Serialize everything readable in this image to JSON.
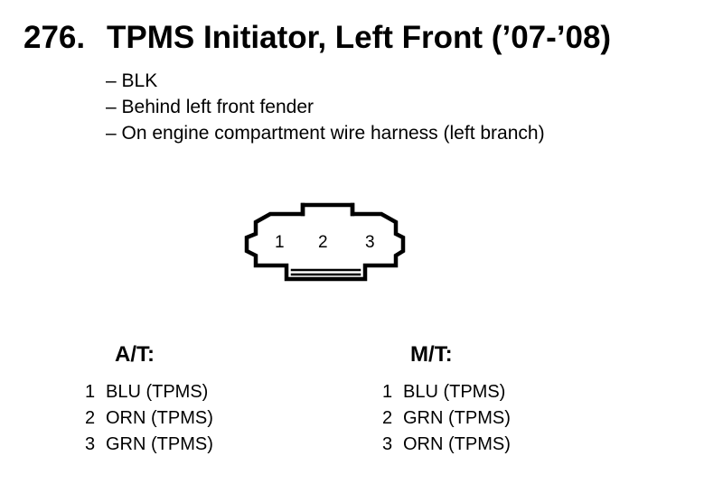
{
  "title": {
    "number": "276.",
    "text": "TPMS Initiator, Left Front (’07-’08)"
  },
  "notes": [
    "– BLK",
    "– Behind left front fender",
    "– On engine compartment wire harness (left branch)"
  ],
  "connector": {
    "pins": [
      "1",
      "2",
      "3"
    ]
  },
  "columns": [
    {
      "heading": "A/T:",
      "pins": [
        {
          "pin": "1",
          "wire": "BLU (TPMS)"
        },
        {
          "pin": "2",
          "wire": "ORN (TPMS)"
        },
        {
          "pin": "3",
          "wire": "GRN (TPMS)"
        }
      ]
    },
    {
      "heading": "M/T:",
      "pins": [
        {
          "pin": "1",
          "wire": "BLU (TPMS)"
        },
        {
          "pin": "2",
          "wire": "GRN (TPMS)"
        },
        {
          "pin": "3",
          "wire": "ORN (TPMS)"
        }
      ]
    }
  ]
}
